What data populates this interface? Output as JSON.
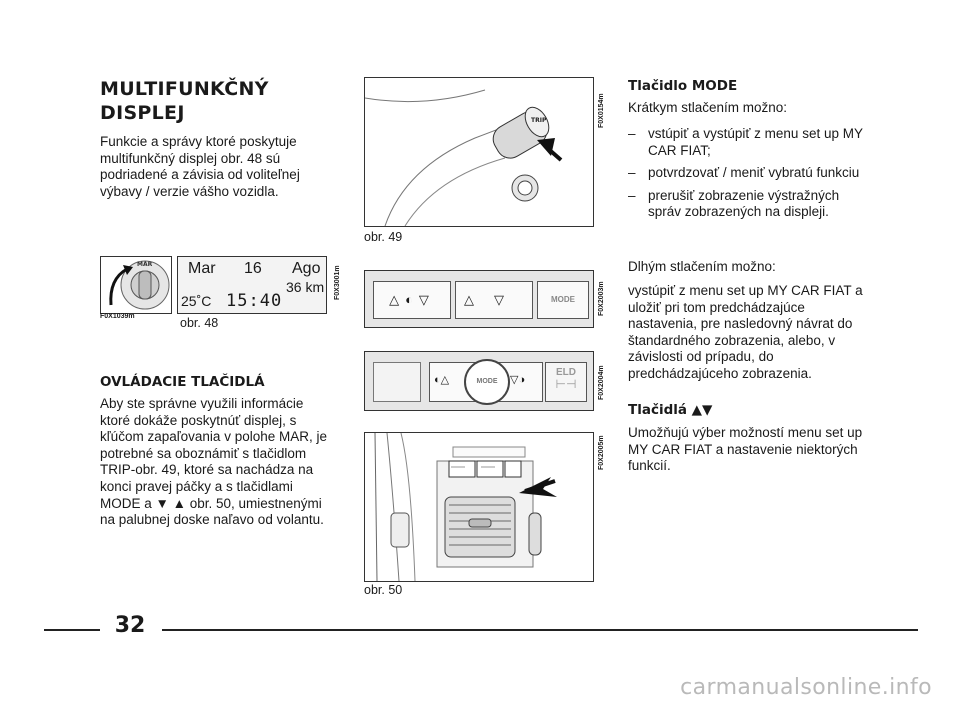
{
  "left": {
    "title_line1": "MULTIFUNKČNÝ",
    "title_line2": "DISPLEJ",
    "intro": "Funkcie a správy ktoré poskytuje multifunkčný displej obr. 48 sú podriadené a závisia od voliteľnej výbavy / verzie vášho vozidla.",
    "section_title": "OVLÁDACIE TLAČIDLÁ",
    "section_text": "Aby ste správne využili informácie ktoré dokáže poskytnúť displej, s kľúčom zapaľovania v polohe MAR, je potrebné sa oboznámiť s tlačidlom TRIP-obr. 49, ktoré sa nachádza na konci pravej páčky a s tlačidlami MODE a ▼ ▲ obr. 50, umiestnenými na palubnej doske naľavo od volantu."
  },
  "fig48": {
    "caption": "obr. 48",
    "code_left": "F0X1039m",
    "code_right": "F0X3001m",
    "dial_label": "MAR",
    "display_day": "Mar",
    "display_date": "16",
    "display_month": "Ago",
    "display_km": "36 km",
    "display_temp": "25˚C",
    "display_time": "15:40"
  },
  "fig49": {
    "caption": "obr. 49",
    "code": "F0X0154m",
    "knob_label": "TRIP"
  },
  "fig50": {
    "caption": "obr. 50",
    "code_a": "F0X2003m",
    "code_b": "F0X2004m",
    "code_c": "F0X2005m",
    "up_symbol": "△",
    "down_symbol": "▽",
    "mode_label": "MODE",
    "eld_label": "ELD"
  },
  "right": {
    "mode_title": "Tlačidlo MODE",
    "short_press": "Krátkym stlačením možno:",
    "items": [
      "vstúpiť a vystúpiť z menu set up MY CAR FIAT;",
      "potvrdzovať / meniť vybratú funkciu",
      "prerušiť zobrazenie výstražných správ zobrazených na displeji."
    ],
    "dash": "–",
    "long_press": "Dlhým stlačením možno:",
    "long_text": "vystúpiť z menu set up MY CAR FIAT a uložiť pri tom predchádzajúce nastavenia, pre nasledovný návrat do štandardného zobrazenia, alebo, v závislosti od prípadu, do predchádzajúceho zobrazenia.",
    "arrows_title": "Tlačidlá ▲▼",
    "arrows_text": "Umožňujú výber možností menu set up MY CAR FIAT a nastavenie niektorých funkcií."
  },
  "page_number": "32",
  "watermark": "carmanualsonline.info"
}
